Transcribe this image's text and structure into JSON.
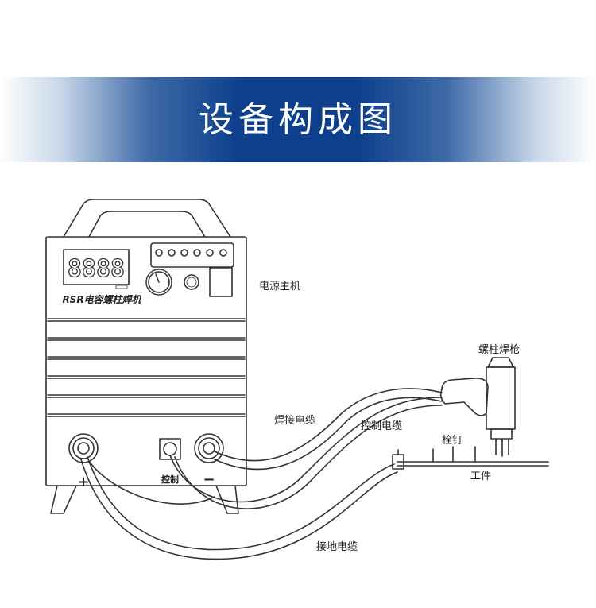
{
  "banner": {
    "title": "设备构成图"
  },
  "machine": {
    "display_digits": "8888",
    "model_label": "RSR电容螺柱焊机",
    "plus_sign": "+",
    "control_label": "控制",
    "minus_sign": "−"
  },
  "labels": {
    "power_unit": "电源主机",
    "stud_gun": "螺柱焊枪",
    "welding_cable": "焊接电缆",
    "control_cable": "控制电缆",
    "stud": "栓钉",
    "workpiece": "工件",
    "ground_cable": "接地电缆"
  },
  "colors": {
    "banner_blue": "#0d3f8c",
    "line": "#333333"
  }
}
